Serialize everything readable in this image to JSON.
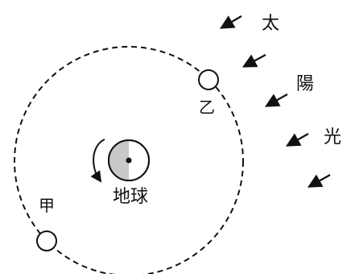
{
  "labels": {
    "sun_char_1": "太",
    "sun_char_2": "陽",
    "sun_char_3": "光",
    "earth": "地球",
    "position_a": "甲",
    "position_b": "乙"
  },
  "colors": {
    "line": "#111111",
    "earth_shade": "#c8c8c8",
    "background": "#ffffff"
  },
  "icons": {
    "sunlight_arrow": "arrow-down-left-icon",
    "rotation_arrow": "counterclockwise-arrow-icon"
  }
}
